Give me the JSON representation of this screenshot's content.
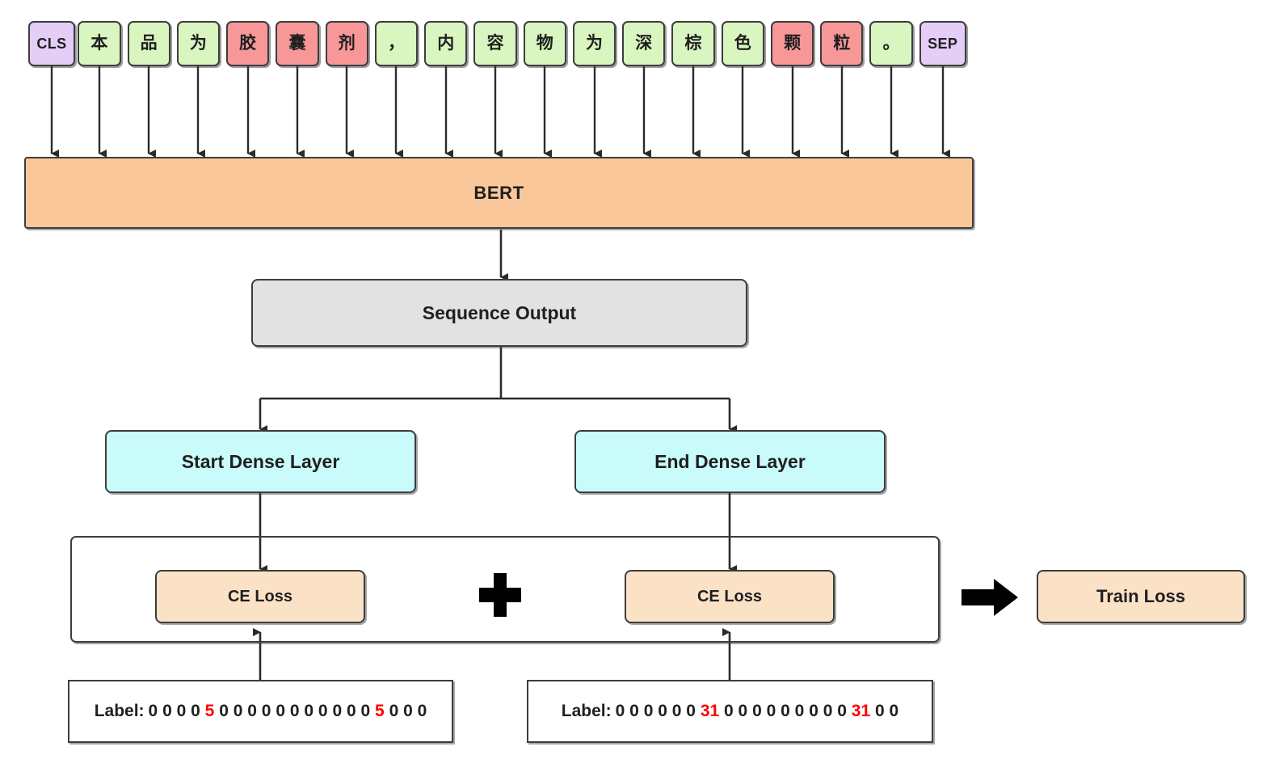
{
  "diagram": {
    "title": "BERT span extraction training diagram",
    "colors": {
      "special_token": "#e4cdf7",
      "normal_token": "#d9f5c0",
      "entity_token": "#f79797",
      "bert": "#fac79a",
      "sequence_output": "#e2e2e2",
      "dense": "#c9fbfb",
      "loss": "#fbe2c6",
      "highlight": "#ff0000",
      "stroke": "#3d3d3d"
    }
  },
  "tokens": [
    {
      "text": "CLS",
      "kind": "special"
    },
    {
      "text": "本",
      "kind": "normal"
    },
    {
      "text": "品",
      "kind": "normal"
    },
    {
      "text": "为",
      "kind": "normal"
    },
    {
      "text": "胶",
      "kind": "entity"
    },
    {
      "text": "囊",
      "kind": "entity"
    },
    {
      "text": "剂",
      "kind": "entity"
    },
    {
      "text": "，",
      "kind": "normal"
    },
    {
      "text": "内",
      "kind": "normal"
    },
    {
      "text": "容",
      "kind": "normal"
    },
    {
      "text": "物",
      "kind": "normal"
    },
    {
      "text": "为",
      "kind": "normal"
    },
    {
      "text": "深",
      "kind": "normal"
    },
    {
      "text": "棕",
      "kind": "normal"
    },
    {
      "text": "色",
      "kind": "normal"
    },
    {
      "text": "颗",
      "kind": "entity"
    },
    {
      "text": "粒",
      "kind": "entity"
    },
    {
      "text": "。",
      "kind": "normal"
    },
    {
      "text": "SEP",
      "kind": "special"
    }
  ],
  "blocks": {
    "bert": "BERT",
    "sequence_output": "Sequence Output",
    "start_dense": "Start Dense Layer",
    "end_dense": "End Dense Layer",
    "start_ce_loss": "CE Loss",
    "end_ce_loss": "CE Loss",
    "train_loss": "Train Loss",
    "plus": "✚"
  },
  "labels": {
    "prefix": "Label:",
    "start": {
      "values": [
        "0",
        "0",
        "0",
        "0",
        "5",
        "0",
        "0",
        "0",
        "0",
        "0",
        "0",
        "0",
        "0",
        "0",
        "0",
        "0",
        "5",
        "0",
        "0",
        "0"
      ],
      "highlight_value": "5"
    },
    "end": {
      "values": [
        "0",
        "0",
        "0",
        "0",
        "0",
        "0",
        "31",
        "0",
        "0",
        "0",
        "0",
        "0",
        "0",
        "0",
        "0",
        "0",
        "31",
        "0",
        "0"
      ],
      "highlight_value": "31"
    }
  }
}
